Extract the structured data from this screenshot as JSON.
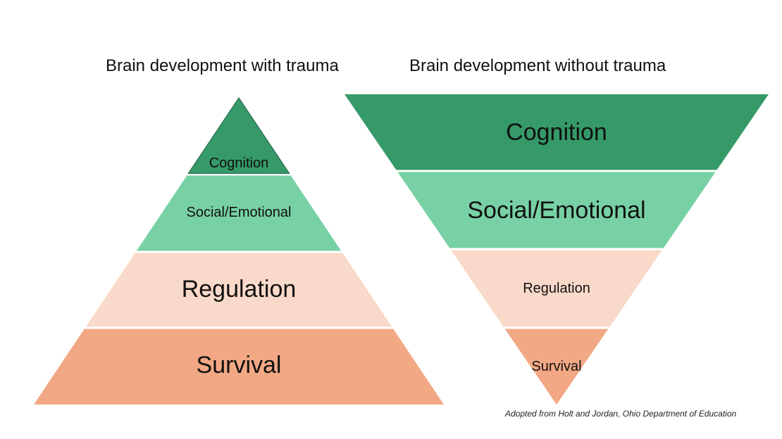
{
  "left_diagram": {
    "title": "Brain development with trauma",
    "orientation": "pyramid",
    "layers": [
      {
        "label": "Cognition",
        "color": "#359A68"
      },
      {
        "label": "Social/Emotional",
        "color": "#77D1A5"
      },
      {
        "label": "Regulation",
        "color": "#F9D9C9"
      },
      {
        "label": "Survival",
        "color": "#F2A884"
      }
    ]
  },
  "right_diagram": {
    "title": "Brain development without trauma",
    "orientation": "inverted",
    "layers": [
      {
        "label": "Cognition",
        "color": "#359A68"
      },
      {
        "label": "Social/Emotional",
        "color": "#77D1A5"
      },
      {
        "label": "Regulation",
        "color": "#F9D9C9"
      },
      {
        "label": "Survival",
        "color": "#F2A884"
      }
    ]
  },
  "caption": "Adopted from Holt and Jordan, Ohio Department of Education"
}
